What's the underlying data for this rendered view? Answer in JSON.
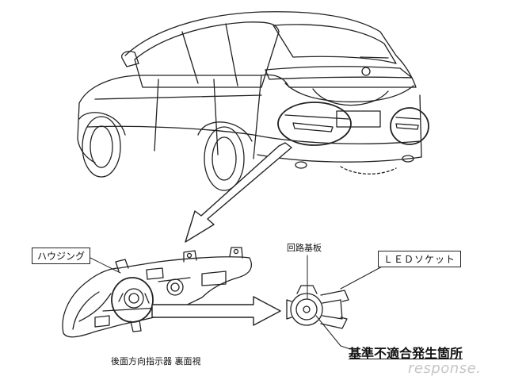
{
  "labels": {
    "housing": "ハウジング",
    "circuit_board": "回路基板",
    "led_socket": "ＬＥＤソケット",
    "caption": "後面方向指示器 裏面視",
    "defect_location": "基準不適合発生箇所"
  },
  "watermark": "response.",
  "colors": {
    "line": "#222222",
    "background": "#ffffff"
  }
}
